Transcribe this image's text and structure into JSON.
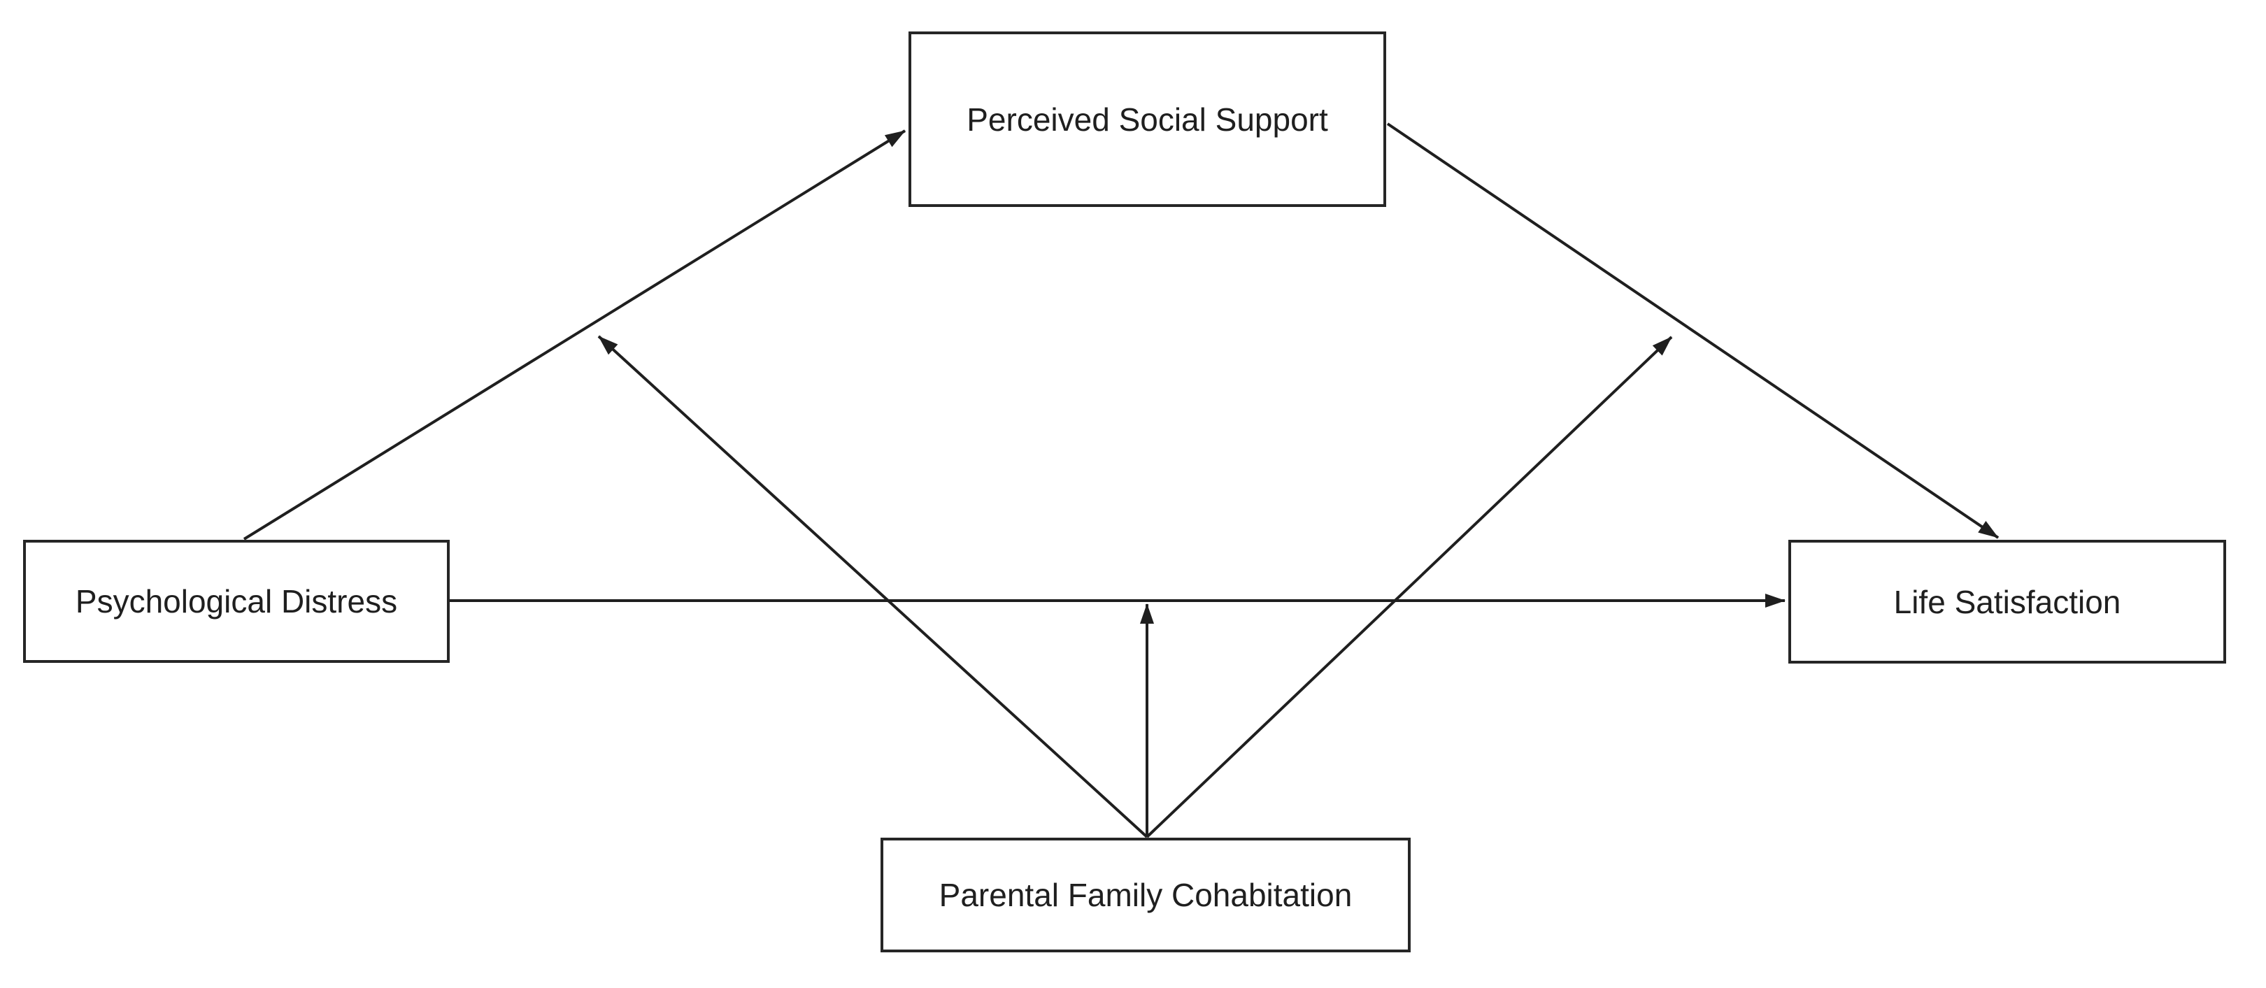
{
  "diagram": {
    "kind": "moderated-mediation-model",
    "colors": {
      "background": "#ffffff",
      "line": "#1f1f1f",
      "box_border": "#262626",
      "text": "#1f1f1f"
    },
    "nodes": {
      "perceived_social_support": {
        "label": "Perceived Social Support"
      },
      "psychological_distress": {
        "label": "Psychological Distress"
      },
      "life_satisfaction": {
        "label": "Life Satisfaction"
      },
      "parental_family_cohabitation": {
        "label": "Parental Family Cohabitation"
      }
    },
    "edges": [
      {
        "from": "Psychological Distress",
        "to": "Perceived Social Support",
        "style": "arrow"
      },
      {
        "from": "Perceived Social Support",
        "to": "Life Satisfaction",
        "style": "arrow"
      },
      {
        "from": "Psychological Distress",
        "to": "Life Satisfaction",
        "style": "arrow"
      },
      {
        "from": "Parental Family Cohabitation",
        "to": "path Psychological Distress - Perceived Social Support",
        "style": "moderation-arrow"
      },
      {
        "from": "Parental Family Cohabitation",
        "to": "path Psychological Distress - Life Satisfaction",
        "style": "moderation-arrow"
      },
      {
        "from": "Parental Family Cohabitation",
        "to": "path Perceived Social Support - Life Satisfaction",
        "style": "moderation-arrow"
      }
    ]
  }
}
